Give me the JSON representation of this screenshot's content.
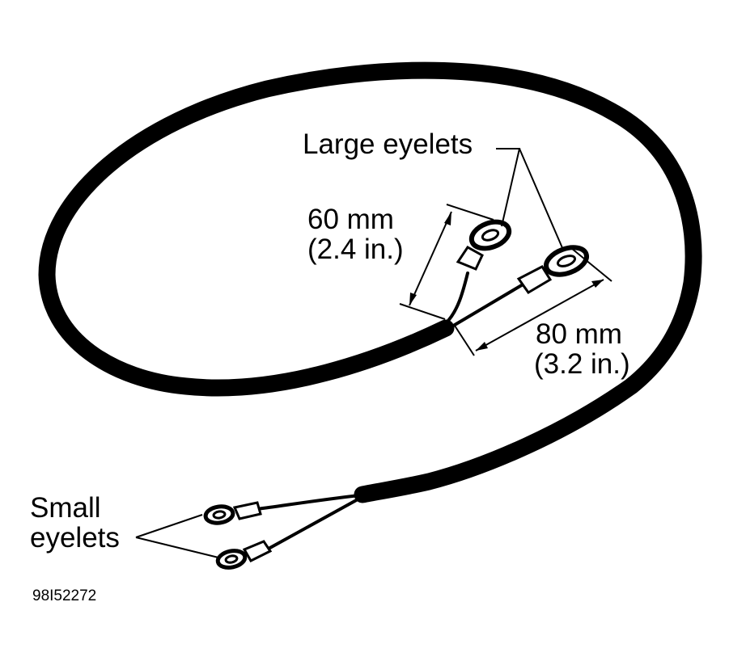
{
  "labels": {
    "large_eyelets": "Large eyelets",
    "dim_60_mm": "60 mm",
    "dim_60_in": "(2.4 in.)",
    "dim_80_mm": "80 mm",
    "dim_80_in": "(3.2 in.)",
    "small_eyelets_line1": "Small",
    "small_eyelets_line2": "eyelets",
    "figure_id": "98I52272"
  },
  "colors": {
    "ink": "#000000",
    "paper": "#ffffff"
  }
}
